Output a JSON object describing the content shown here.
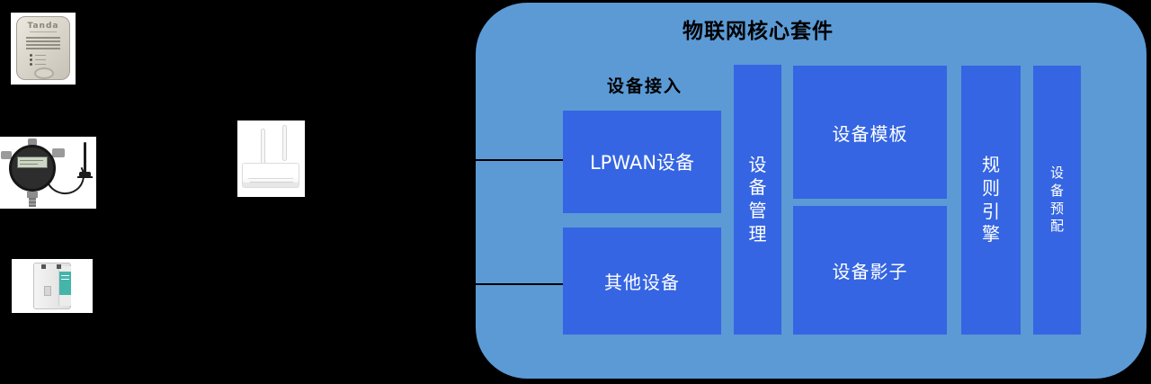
{
  "suite": {
    "title": "物联网核心套件",
    "access_label": "设备接入",
    "boxes": {
      "lpwan": "LPWAN设备",
      "other": "其他设备",
      "device_mgmt": "设备管理",
      "device_template": "设备模板",
      "device_shadow": "设备影子",
      "rule_engine": "规则引擎",
      "device_provision": "设备预配"
    }
  },
  "devices": {
    "smoke_detector_brand": "Tanda"
  },
  "colors": {
    "background": "#000000",
    "suite_fill": "#5B9AD5",
    "box_fill": "#3565E2",
    "box_text": "#FFFFFF",
    "title_text": "#000000",
    "connector_line": "#000000"
  }
}
